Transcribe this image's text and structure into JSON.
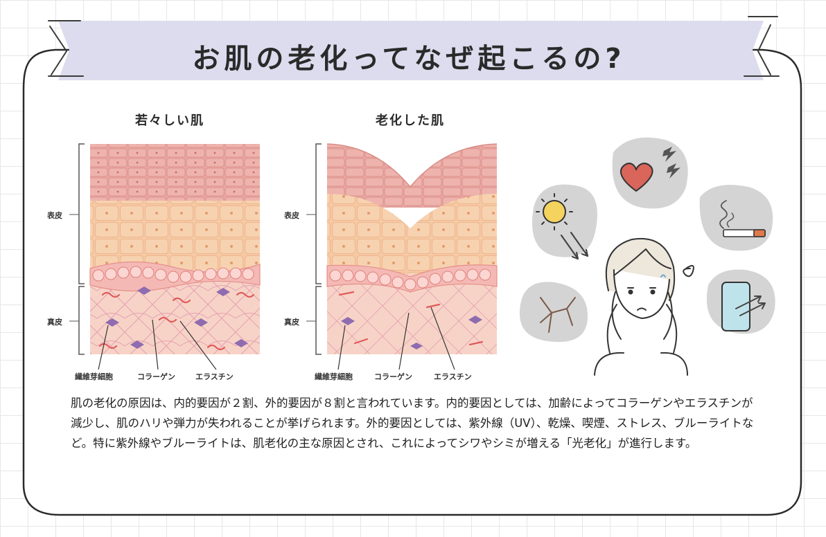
{
  "title": "お肌の老化ってなぜ起こるの?",
  "young_skin": {
    "label": "若々しい肌",
    "epidermis_label": "表皮",
    "dermis_label": "真皮",
    "callouts": [
      "繊維芽細胞",
      "コラーゲン",
      "エラスチン"
    ]
  },
  "aged_skin": {
    "label": "老化した肌",
    "epidermis_label": "表皮",
    "dermis_label": "真皮",
    "callouts": [
      "繊維芽細胞",
      "コラーゲン",
      "エラスチン"
    ]
  },
  "description": "肌の老化の原因は、内的要因が２割、外的要因が８割と言われています。内的要因としては、加齢によってコラーゲンやエラスチンが減少し、肌のハリや弾力が失われることが挙げられます。外的要因としては、紫外線（UV）、乾燥、喫煙、ストレス、ブルーライトなど。特に紫外線やブルーライトは、肌老化の主な原因とされ、これによってシワやシミが増える「光老化」が進行します。",
  "colors": {
    "banner": "#dcdcee",
    "top_cells": "#e9a6a0",
    "mid_cells": "#f5c9a4",
    "basal_cells": "#f4b9b4",
    "dermis": "#f7d3c7",
    "collagen_lines": "#e4a0b0",
    "fibroblast": "#8f6bb0",
    "elastin": "#e05a5a",
    "cause_bubble": "#d4d4d4"
  },
  "cause_icons": [
    "sun-uv-icon",
    "stress-heart-icon",
    "cigarette-icon",
    "dry-crack-icon",
    "smartphone-bluelight-icon"
  ]
}
